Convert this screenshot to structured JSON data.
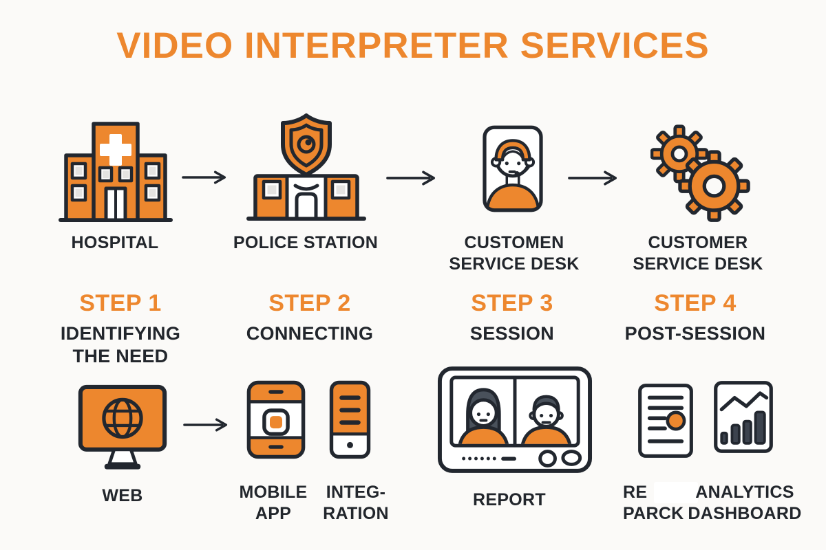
{
  "title": "VIDEO INTERPRETER SERVICES",
  "colors": {
    "orange": "#ed872e",
    "dark": "#22272f",
    "text": "#22262c",
    "background": "#fbfaf8"
  },
  "top_row": {
    "hospital_label": "HOSPITAL",
    "police_label": "POLICE STATION",
    "desk1_line1": "CUSTOMEN",
    "desk1_line2": "SERVICE DESK",
    "desk2_line1": "CUSTOMER",
    "desk2_line2": "SERVICE DESK"
  },
  "steps": [
    {
      "title": "STEP 1",
      "line1": "IDENTIFYING",
      "line2": "THE NEED"
    },
    {
      "title": "STEP 2",
      "line1": "CONNECTING",
      "line2": ""
    },
    {
      "title": "STEP 3",
      "line1": "SESSION",
      "line2": ""
    },
    {
      "title": "STEP 4",
      "line1": "POST-SESSION",
      "line2": ""
    }
  ],
  "bottom_row": {
    "web_label": "WEB",
    "mobile_line1": "MOBILE",
    "mobile_line2": "APP",
    "integration_line1": "INTEG-",
    "integration_line2": "RATION",
    "report_label": "REPORT",
    "garbled_line1": "RE",
    "garbled_line2": "PARCK",
    "analytics_line1": "ANALYTICS",
    "analytics_line2": "DASHBOARD"
  },
  "icons": {
    "hospital": "hospital-building-icon",
    "police": "police-station-icon",
    "agent": "support-agent-icon",
    "gears": "gears-icon",
    "web": "web-monitor-icon",
    "mobile": "mobile-app-icon",
    "integration": "server-integration-icon",
    "session": "video-call-screen-icon",
    "report": "report-document-icon",
    "analytics": "analytics-chart-icon",
    "arrow": "arrow-right-icon"
  }
}
